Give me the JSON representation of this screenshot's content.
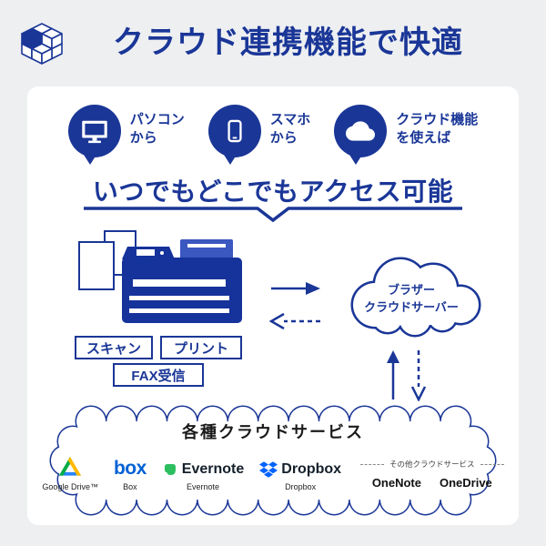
{
  "header": {
    "title": "クラウド連携機能で快適"
  },
  "bubbles": [
    {
      "icon": "monitor-icon",
      "label": "パソコン\nから"
    },
    {
      "icon": "smartphone-icon",
      "label": "スマホ\nから"
    },
    {
      "icon": "cloud-icon",
      "label": "クラウド機能\nを使えば"
    }
  ],
  "headline": "いつでもどこでもアクセス可能",
  "device": {
    "functions": [
      "スキャン",
      "プリント",
      "FAX受信"
    ]
  },
  "cloud_server": {
    "label": "ブラザー\nクラウドサーバー"
  },
  "services": {
    "title": "各種クラウドサービス",
    "logos": [
      {
        "name": "Google Drive",
        "wordmark": "",
        "caption": "Google Drive™"
      },
      {
        "name": "Box",
        "wordmark": "box",
        "caption": "Box"
      },
      {
        "name": "Evernote",
        "wordmark": "Evernote",
        "caption": "Evernote"
      },
      {
        "name": "Dropbox",
        "wordmark": "Dropbox",
        "caption": "Dropbox"
      }
    ],
    "others_label": "その他クラウドサービス",
    "others": [
      "OneNote",
      "OneDrive"
    ]
  },
  "colors": {
    "navy": "#1a3697",
    "background": "#edeff1",
    "card": "#ffffff",
    "box_blue": "#0061d5",
    "dropbox_blue": "#0062ff",
    "evernote_green": "#2dbe60",
    "gdrive_green": "#00ac47",
    "gdrive_yellow": "#ffba00",
    "gdrive_blue": "#2684fc"
  }
}
